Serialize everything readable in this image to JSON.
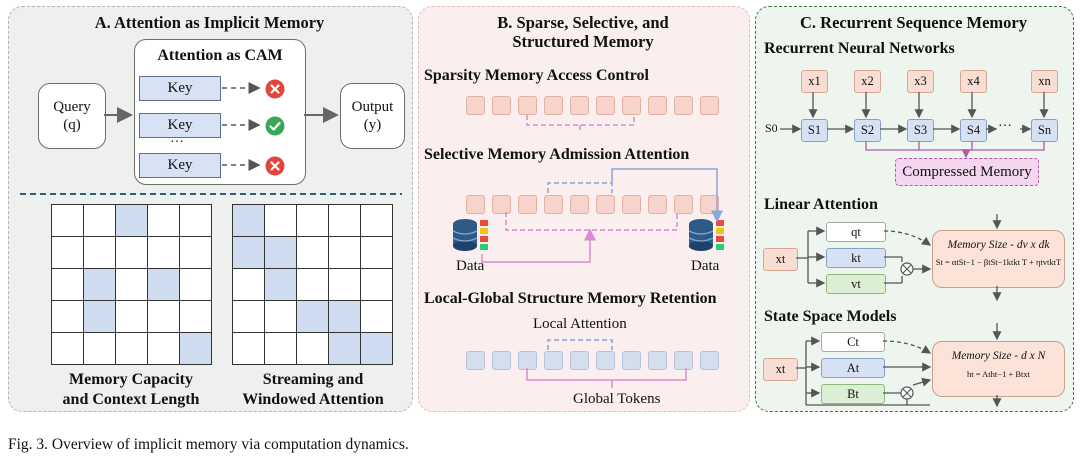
{
  "panelA": {
    "title": "A. Attention as Implicit Memory",
    "cam_title": "Attention as CAM",
    "query_label": "Query",
    "query_symbol": "(q)",
    "output_label": "Output",
    "output_symbol": "(y)",
    "keys": [
      "Key",
      "Key",
      "Key"
    ],
    "ellipsis": "···",
    "key_results": [
      "reject",
      "accept",
      "reject"
    ],
    "grid1_caption_line1": "Memory Capacity",
    "grid1_caption_line2": "and Context Length",
    "grid2_caption_line1": "Streaming and",
    "grid2_caption_line2": "Windowed Attention"
  },
  "panelB": {
    "title_line1": "B. Sparse, Selective, and",
    "title_line2": "Structured Memory",
    "section1": "Sparsity Memory Access Control",
    "section2": "Selective Memory Admission Attention",
    "section3": "Local-Global Structure Memory Retention",
    "data_left": "Data",
    "data_right": "Data",
    "local_attention": "Local Attention",
    "global_tokens": "Global Tokens"
  },
  "panelC": {
    "title": "C. Recurrent Sequence Memory",
    "rnn_title": "Recurrent Neural Networks",
    "inputs": [
      "x1",
      "x2",
      "x3",
      "x4",
      "xn"
    ],
    "states": [
      "S1",
      "S2",
      "S3",
      "S4",
      "Sn"
    ],
    "s0": "S0",
    "ellipsis": "···",
    "compressed_memory": "Compressed Memory",
    "linear_title": "Linear Attention",
    "linear_input": "xt",
    "linear_q": "qt",
    "linear_k": "kt",
    "linear_v": "vt",
    "linear_mem_size": "Memory Size - dv x dk",
    "linear_formula": "St = αtSt−1 − βtSt−1ktkt T + ηtvtktT",
    "ssm_title": "State Space Models",
    "ssm_input": "xt",
    "ssm_c": "Ct",
    "ssm_a": "At",
    "ssm_b": "Bt",
    "ssm_mem_size": "Memory Size - d x N",
    "ssm_formula": "ht = Atht−1 + Btxt"
  },
  "caption": "Fig. 3.  Overview of implicit memory via computation dynamics.",
  "colors": {
    "key_fill": "#d7e3f4",
    "reject": "#e2453c",
    "accept": "#3aa757",
    "highlight_cell": "#cfdcef",
    "panelA_border": "#b3b6b3",
    "panelB_border": "#e6b9bd",
    "panelC_border": "#2f7d3c"
  }
}
